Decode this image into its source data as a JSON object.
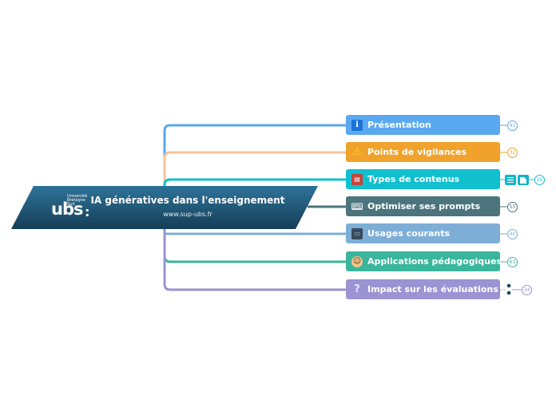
{
  "central": {
    "title": "IA génératives dans l'enseignement",
    "subtitle": "www.sup-ubs.fr",
    "logo_top": "Université Bretagne Sud",
    "logo_text": "ubs"
  },
  "branches": [
    {
      "label": "Présentation",
      "color": "#5aa8ef",
      "icon": "info-icon",
      "glyph": "i",
      "badge": "41"
    },
    {
      "label": "Points de vigilances",
      "color": "#f0a22a",
      "icon": "warning-icon",
      "glyph": "⚠",
      "badge": "32"
    },
    {
      "label": "Types de contenus",
      "color": "#11c0cf",
      "icon": "books-icon",
      "glyph": "📚",
      "badge": "15"
    },
    {
      "label": "Optimiser ses prompts",
      "color": "#4b747c",
      "icon": "keyboard-icon",
      "glyph": "⌨",
      "badge": "55"
    },
    {
      "label": "Usages courants",
      "color": "#7eaed6",
      "icon": "laptop-icon",
      "glyph": "💻",
      "badge": "40"
    },
    {
      "label": "Applications pédagogiques",
      "color": "#39b69b",
      "icon": "teacher-icon",
      "glyph": "👩",
      "badge": "61"
    },
    {
      "label": "Impact sur les évaluations",
      "color": "#9b93d2",
      "icon": "question-icon",
      "glyph": "?",
      "badge": "34"
    }
  ],
  "colors": {
    "central_dark": "#1b4660",
    "central_light": "#2e7399",
    "line_presentation": "#5aa8ef",
    "line_vigilance": "#f5c39a"
  }
}
